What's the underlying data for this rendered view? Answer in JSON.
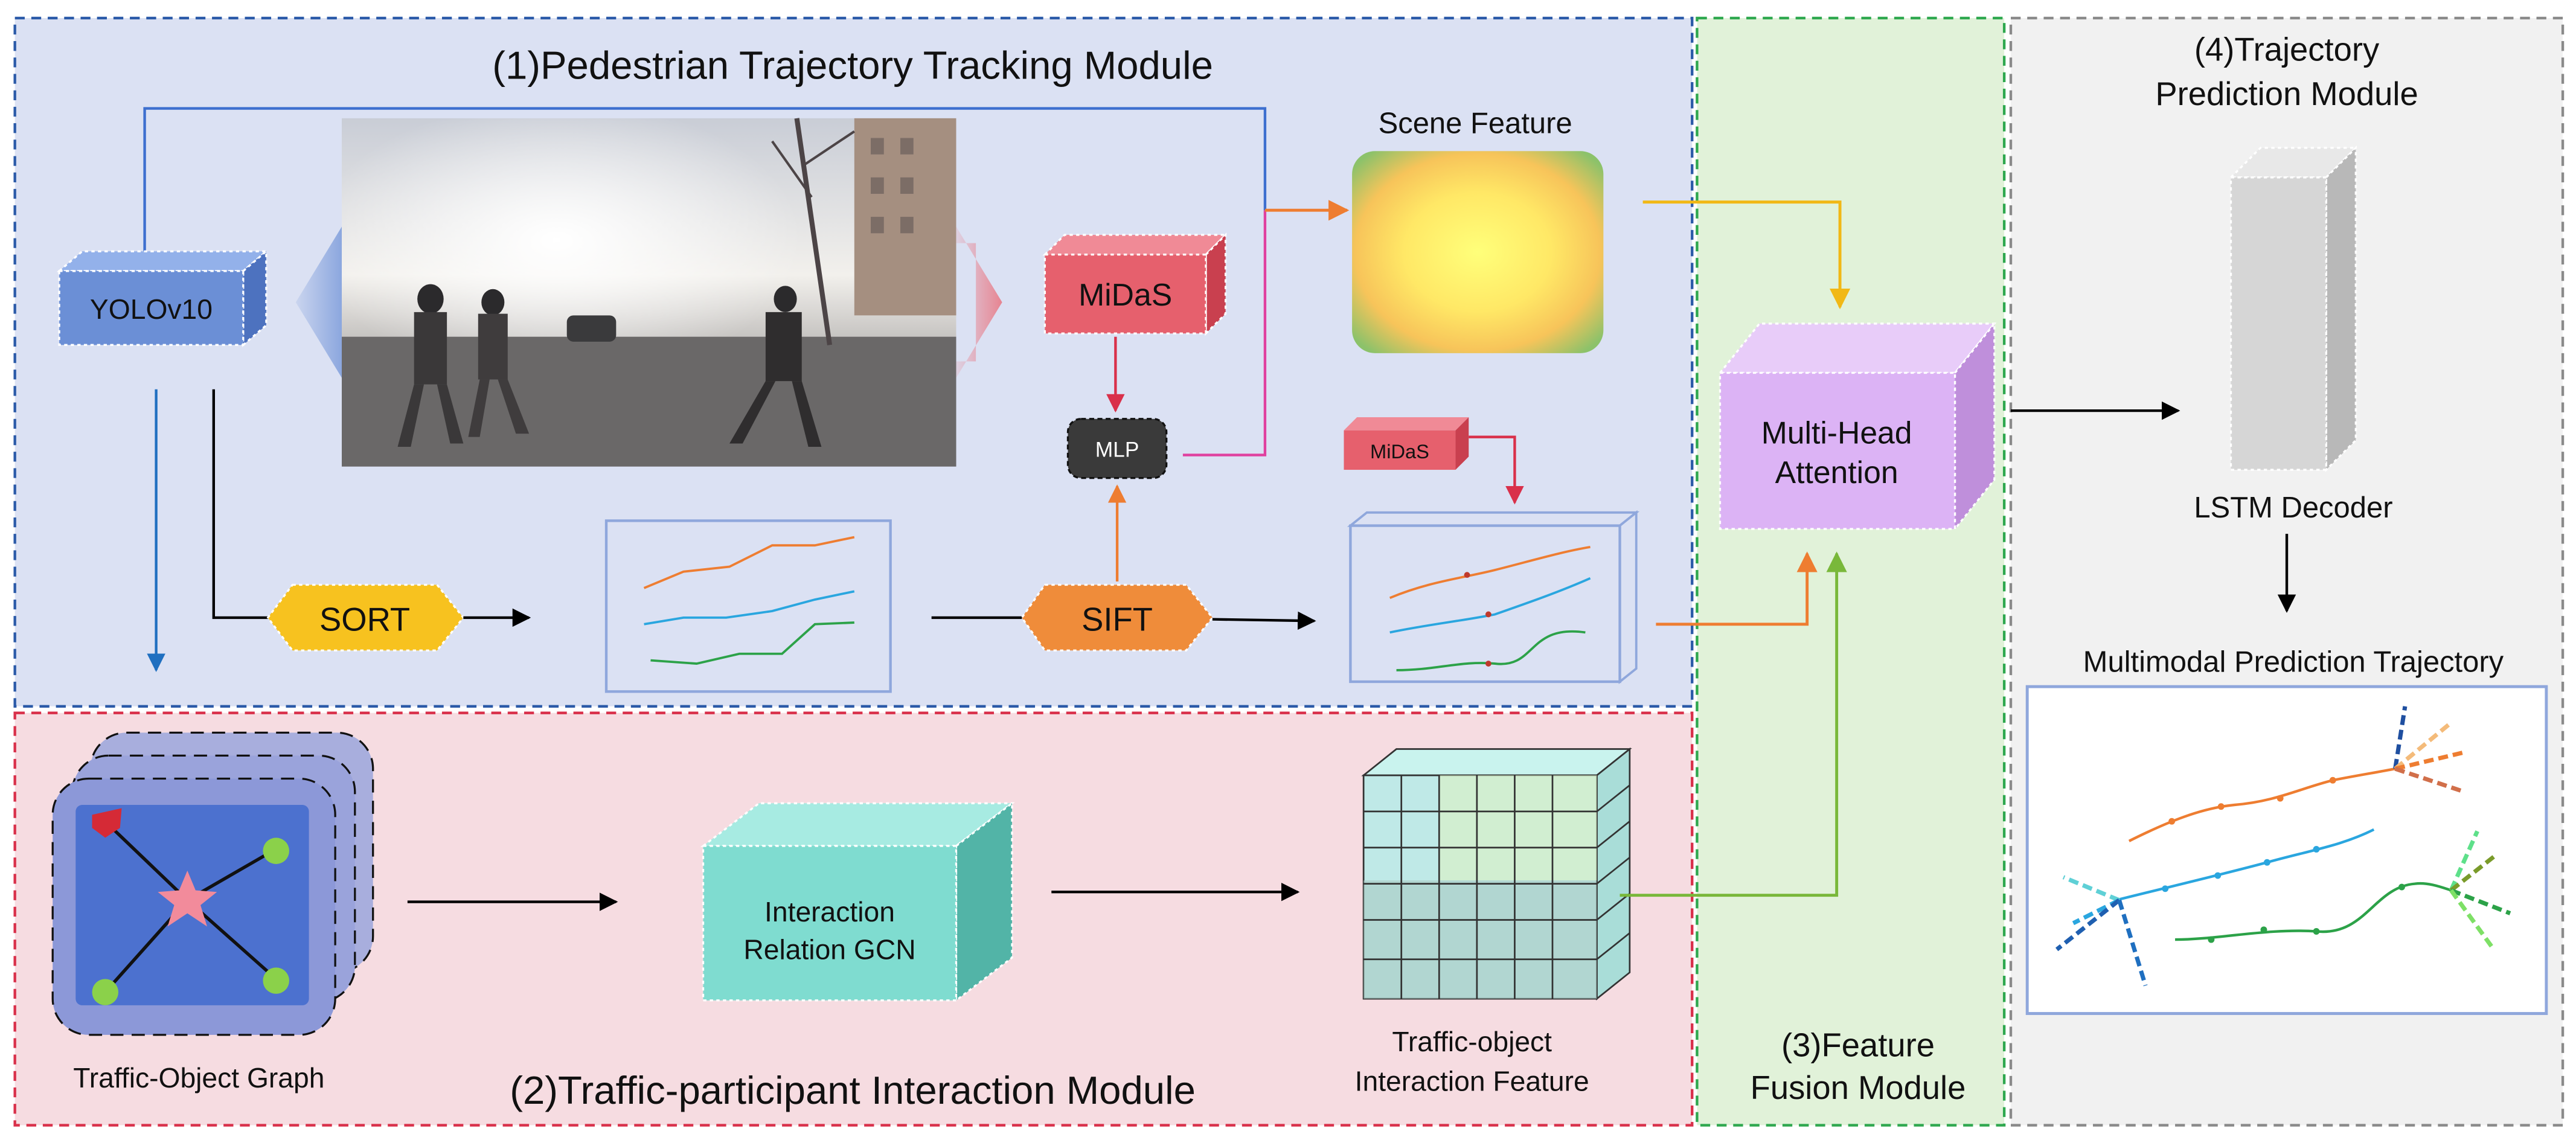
{
  "modules": {
    "tracking": {
      "title": "(1)Pedestrian Trajectory Tracking Module",
      "yolo": "YOLOv10",
      "sort": "SORT",
      "sift": "SIFT",
      "midas": "MiDaS",
      "midas_small": "MiDaS",
      "mlp": "MLP",
      "scene_feature": "Scene Feature"
    },
    "interaction": {
      "title": "(2)Traffic-participant Interaction Module",
      "graph_label": "Traffic-Object Graph",
      "gcn_line1": "Interaction",
      "gcn_line2": "Relation GCN",
      "feature_line1": "Traffic-object",
      "feature_line2": "Interaction Feature"
    },
    "fusion": {
      "title_line1": "(3)Feature",
      "title_line2": "Fusion Module",
      "mha_line1": "Multi-Head",
      "mha_line2": "Attention"
    },
    "prediction": {
      "title_line1": "(4)Trajectory",
      "title_line2": "Prediction Module",
      "lstm": "LSTM Decoder",
      "multimodal": "Multimodal Prediction Trajectory"
    }
  },
  "colors": {
    "tracking_bg": "#dbe1f3",
    "interaction_bg": "#f6dce1",
    "fusion_bg": "#e1f2d9",
    "prediction_bg": "#f1f1f1",
    "yolo": "#6b8fd6",
    "midas": "#e6606d",
    "sort": "#f7c21f",
    "sift": "#ef8c3a",
    "gcn": "#7fdcd0",
    "mha": "#dcb3f5",
    "lstm": "#d6d6d6"
  }
}
